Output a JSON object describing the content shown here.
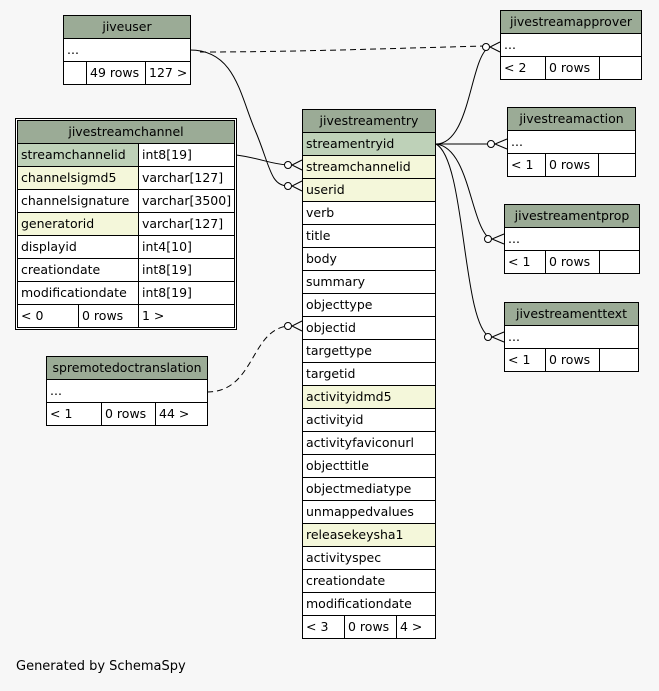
{
  "tables": {
    "jiveuser": {
      "name": "jiveuser",
      "rows": [
        "..."
      ],
      "stats": [
        "",
        "49 rows",
        "127 >"
      ]
    },
    "jivestreamchannel": {
      "name": "jivestreamchannel",
      "columns": [
        {
          "name": "streamchannelid",
          "type": "int8[19]"
        },
        {
          "name": "channelsigmd5",
          "type": "varchar[127]"
        },
        {
          "name": "channelsignature",
          "type": "varchar[3500]"
        },
        {
          "name": "generatorid",
          "type": "varchar[127]"
        },
        {
          "name": "displayid",
          "type": "int4[10]"
        },
        {
          "name": "creationdate",
          "type": "int8[19]"
        },
        {
          "name": "modificationdate",
          "type": "int8[19]"
        }
      ],
      "stats": [
        "< 0",
        "0 rows",
        "1 >"
      ]
    },
    "spremotedoctranslation": {
      "name": "spremotedoctranslation",
      "rows": [
        "..."
      ],
      "stats": [
        "< 1",
        "0 rows",
        "44 >"
      ]
    },
    "jivestreamentry": {
      "name": "jivestreamentry",
      "columns": [
        "streamentryid",
        "streamchannelid",
        "userid",
        "verb",
        "title",
        "body",
        "summary",
        "objecttype",
        "objectid",
        "targettype",
        "targetid",
        "activityidmd5",
        "activityid",
        "activityfaviconurl",
        "objecttitle",
        "objectmediatype",
        "unmappedvalues",
        "releasekeysha1",
        "activityspec",
        "creationdate",
        "modificationdate"
      ],
      "stats": [
        "< 3",
        "0 rows",
        "4 >"
      ]
    },
    "jivestreamapprover": {
      "name": "jivestreamapprover",
      "rows": [
        "..."
      ],
      "stats": [
        "< 2",
        "0 rows",
        ""
      ]
    },
    "jivestreamaction": {
      "name": "jivestreamaction",
      "rows": [
        "..."
      ],
      "stats": [
        "< 1",
        "0 rows",
        ""
      ]
    },
    "jivestreamentprop": {
      "name": "jivestreamentprop",
      "rows": [
        "..."
      ],
      "stats": [
        "< 1",
        "0 rows",
        ""
      ]
    },
    "jivestreamenttext": {
      "name": "jivestreamenttext",
      "rows": [
        "..."
      ],
      "stats": [
        "< 1",
        "0 rows",
        ""
      ]
    }
  },
  "footer": "Generated by SchemaSpy",
  "colors": {
    "background": "#f7f7f7",
    "header": "#9bab96",
    "primary_key": "#bed1b8",
    "foreign_key": "#f4f7da"
  }
}
